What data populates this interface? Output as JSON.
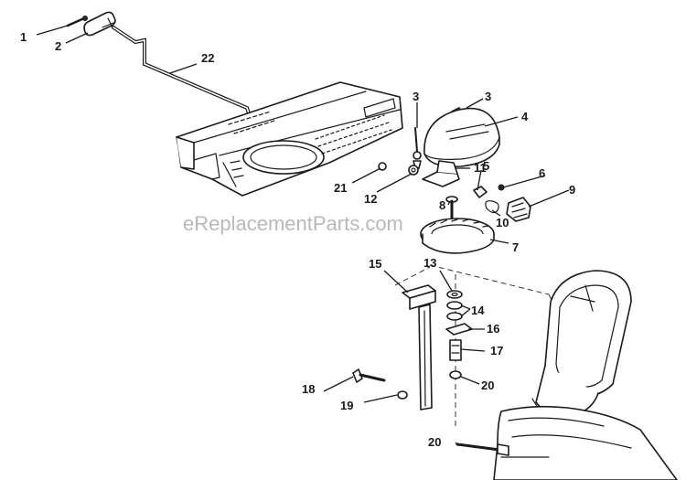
{
  "watermark": "eReplacementParts.com",
  "callouts": [
    {
      "id": "c1",
      "label": "1"
    },
    {
      "id": "c2",
      "label": "2"
    },
    {
      "id": "c22",
      "label": "22"
    },
    {
      "id": "c3a",
      "label": "3"
    },
    {
      "id": "c3b",
      "label": "3"
    },
    {
      "id": "c4",
      "label": "4"
    },
    {
      "id": "c11",
      "label": "11"
    },
    {
      "id": "c5",
      "label": "5"
    },
    {
      "id": "c6",
      "label": "6"
    },
    {
      "id": "c9",
      "label": "9"
    },
    {
      "id": "c21",
      "label": "21"
    },
    {
      "id": "c12",
      "label": "12"
    },
    {
      "id": "c8",
      "label": "8"
    },
    {
      "id": "c10",
      "label": "10"
    },
    {
      "id": "c7",
      "label": "7"
    },
    {
      "id": "c13",
      "label": "13"
    },
    {
      "id": "c15",
      "label": "15"
    },
    {
      "id": "c14",
      "label": "14"
    },
    {
      "id": "c16",
      "label": "16"
    },
    {
      "id": "c17",
      "label": "17"
    },
    {
      "id": "c18",
      "label": "18"
    },
    {
      "id": "c20a",
      "label": "20"
    },
    {
      "id": "c19",
      "label": "19"
    },
    {
      "id": "c20b",
      "label": "20"
    }
  ]
}
